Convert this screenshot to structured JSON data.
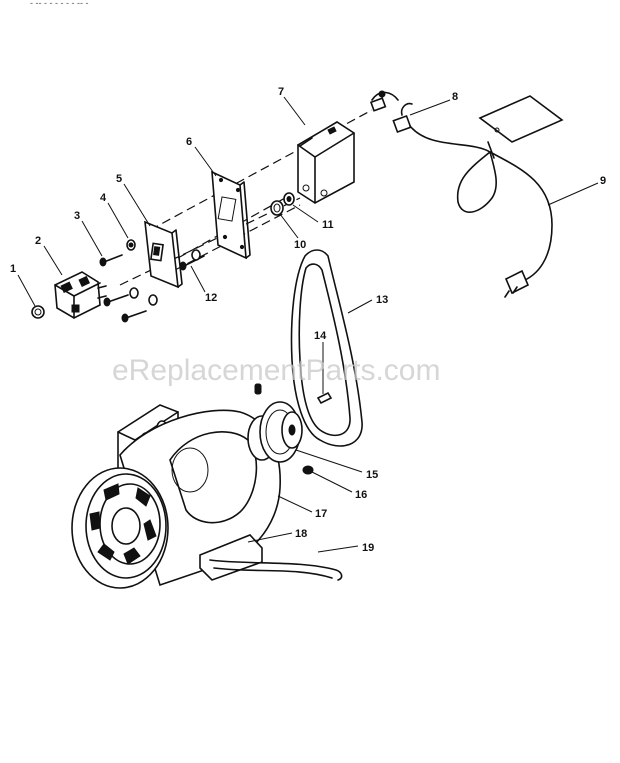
{
  "header_fragment": "- --  -  -  - - - - -- -",
  "watermark": "eReplacementParts.com",
  "callouts": [
    "1",
    "2",
    "3",
    "4",
    "5",
    "6",
    "7",
    "8",
    "9",
    "10",
    "11",
    "12",
    "13",
    "14",
    "15",
    "16",
    "16",
    "17",
    "18",
    "19"
  ]
}
